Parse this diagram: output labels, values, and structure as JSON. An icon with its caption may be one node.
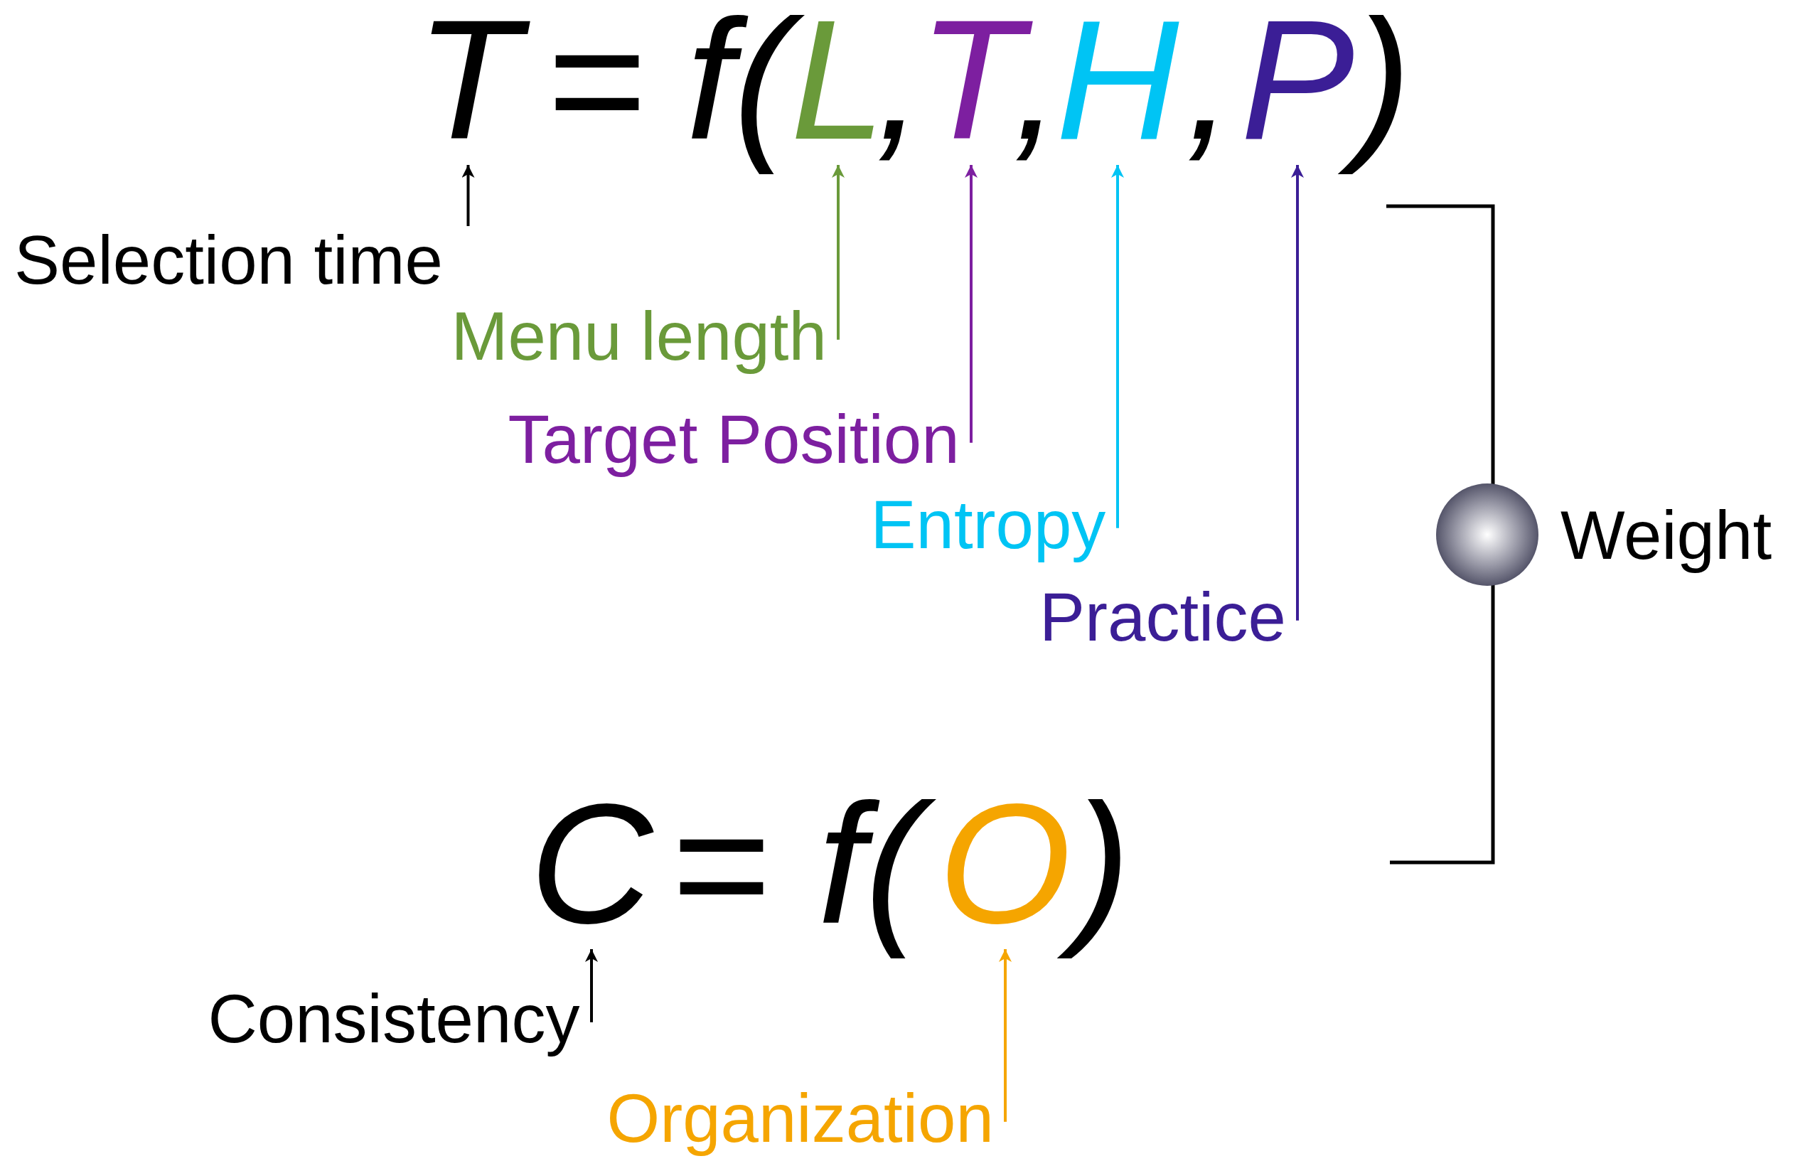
{
  "diagram": {
    "nodes": [
      {
        "text": [
          "T"
        ]
      },
      {
        "text": [
          "L"
        ]
      },
      {
        "text": [
          "T"
        ]
      },
      {
        "text": [
          "H"
        ]
      },
      {
        "text": [
          "P"
        ]
      },
      {
        "text": [
          "Selection time"
        ]
      },
      {
        "text": [
          "Menu length"
        ]
      },
      {
        "text": [
          "Target Position"
        ]
      },
      {
        "text": [
          "Entropy"
        ]
      },
      {
        "text": [
          "Practice"
        ]
      },
      {
        "text": [
          "C"
        ]
      },
      {
        "text": [
          "O"
        ]
      },
      {
        "text": [
          "Consistency"
        ]
      },
      {
        "text": [
          "Organization"
        ]
      }
    ],
    "edges": [
      {
        "from": 5,
        "to": 0,
        "arrow": "to"
      },
      {
        "from": 6,
        "to": 1,
        "arrow": "to",
        "color": "#6a9a3a"
      },
      {
        "from": 7,
        "to": 2,
        "arrow": "to",
        "color": "#7d1fa0"
      },
      {
        "from": 8,
        "to": 3,
        "arrow": "to",
        "color": "#00c4f4"
      },
      {
        "from": 9,
        "to": 4,
        "arrow": "to",
        "color": "#3b1e96"
      },
      {
        "from": 12,
        "to": 10,
        "arrow": "to"
      },
      {
        "from": 13,
        "to": 11,
        "arrow": "to",
        "color": "#f5a500"
      }
    ],
    "labels": [
      "=",
      "f(",
      ",",
      ",",
      ",",
      ")",
      "=",
      "f(",
      ")",
      "Weight"
    ]
  }
}
